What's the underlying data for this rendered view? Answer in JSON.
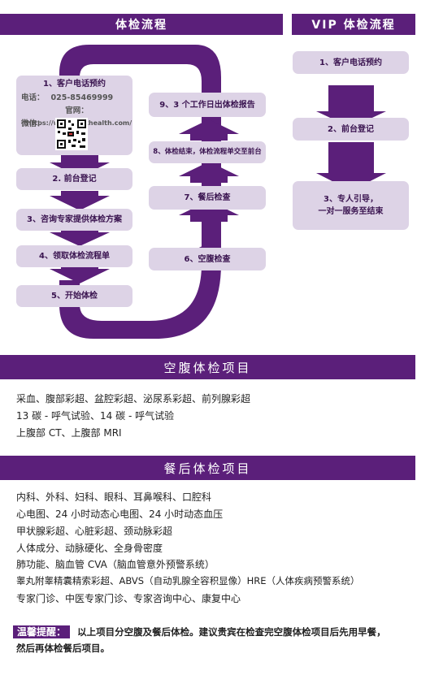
{
  "flow": {
    "title": "体检流程",
    "contact": {
      "step1": "1、客户电话预约",
      "phone_label": "电话：",
      "phone": "025-85469999",
      "site_label": "官网：",
      "site": "https://www.jshkhealth.com/",
      "wechat_label": "微信："
    },
    "left_steps": [
      "2. 前台登记",
      "3、咨询专家提供体检方案",
      "4、领取体检流程单",
      "5、开始体检"
    ],
    "right_steps": [
      "9、3 个工作日出体检报告",
      "8、体检结束，体检流程单交至前台",
      "7、餐后检查",
      "6、空腹检查"
    ]
  },
  "vip": {
    "title": "VIP 体检流程",
    "steps": [
      "1、客户电话预约",
      "2、前台登记",
      "3、专人引导，",
      "一对一服务至结束"
    ]
  },
  "fasting": {
    "title": "空腹体检项目",
    "lines": [
      "采血、腹部彩超、盆腔彩超、泌尿系彩超、前列腺彩超",
      "13 碳 - 呼气试验、14 碳 - 呼气试验",
      "上腹部 CT、上腹部 MRI"
    ]
  },
  "after": {
    "title": "餐后体检项目",
    "lines": [
      "内科、外科、妇科、眼科、耳鼻喉科、口腔科",
      "心电图、24 小时动态心电图、24 小时动态血压",
      "甲状腺彩超、心脏彩超、颈动脉彩超",
      "人体成分、动脉硬化、全身骨密度",
      "肺功能、脑血管 CVA（脑血管意外预警系统）",
      "睾丸附睾精囊精索彩超、ABVS（自动乳腺全容积显像）HRE（人体疾病预警系统）",
      "专家门诊、中医专家门诊、专家咨询中心、康复中心"
    ]
  },
  "tip": {
    "label": "温馨提醒：",
    "text1": "以上项目分空腹及餐后体检。建议贵宾在检查完空腹体检项目后先用早餐，",
    "text2": "然后再体检餐后项目。"
  },
  "colors": {
    "primary": "#5b1f7a",
    "box": "#ddd3e6"
  }
}
